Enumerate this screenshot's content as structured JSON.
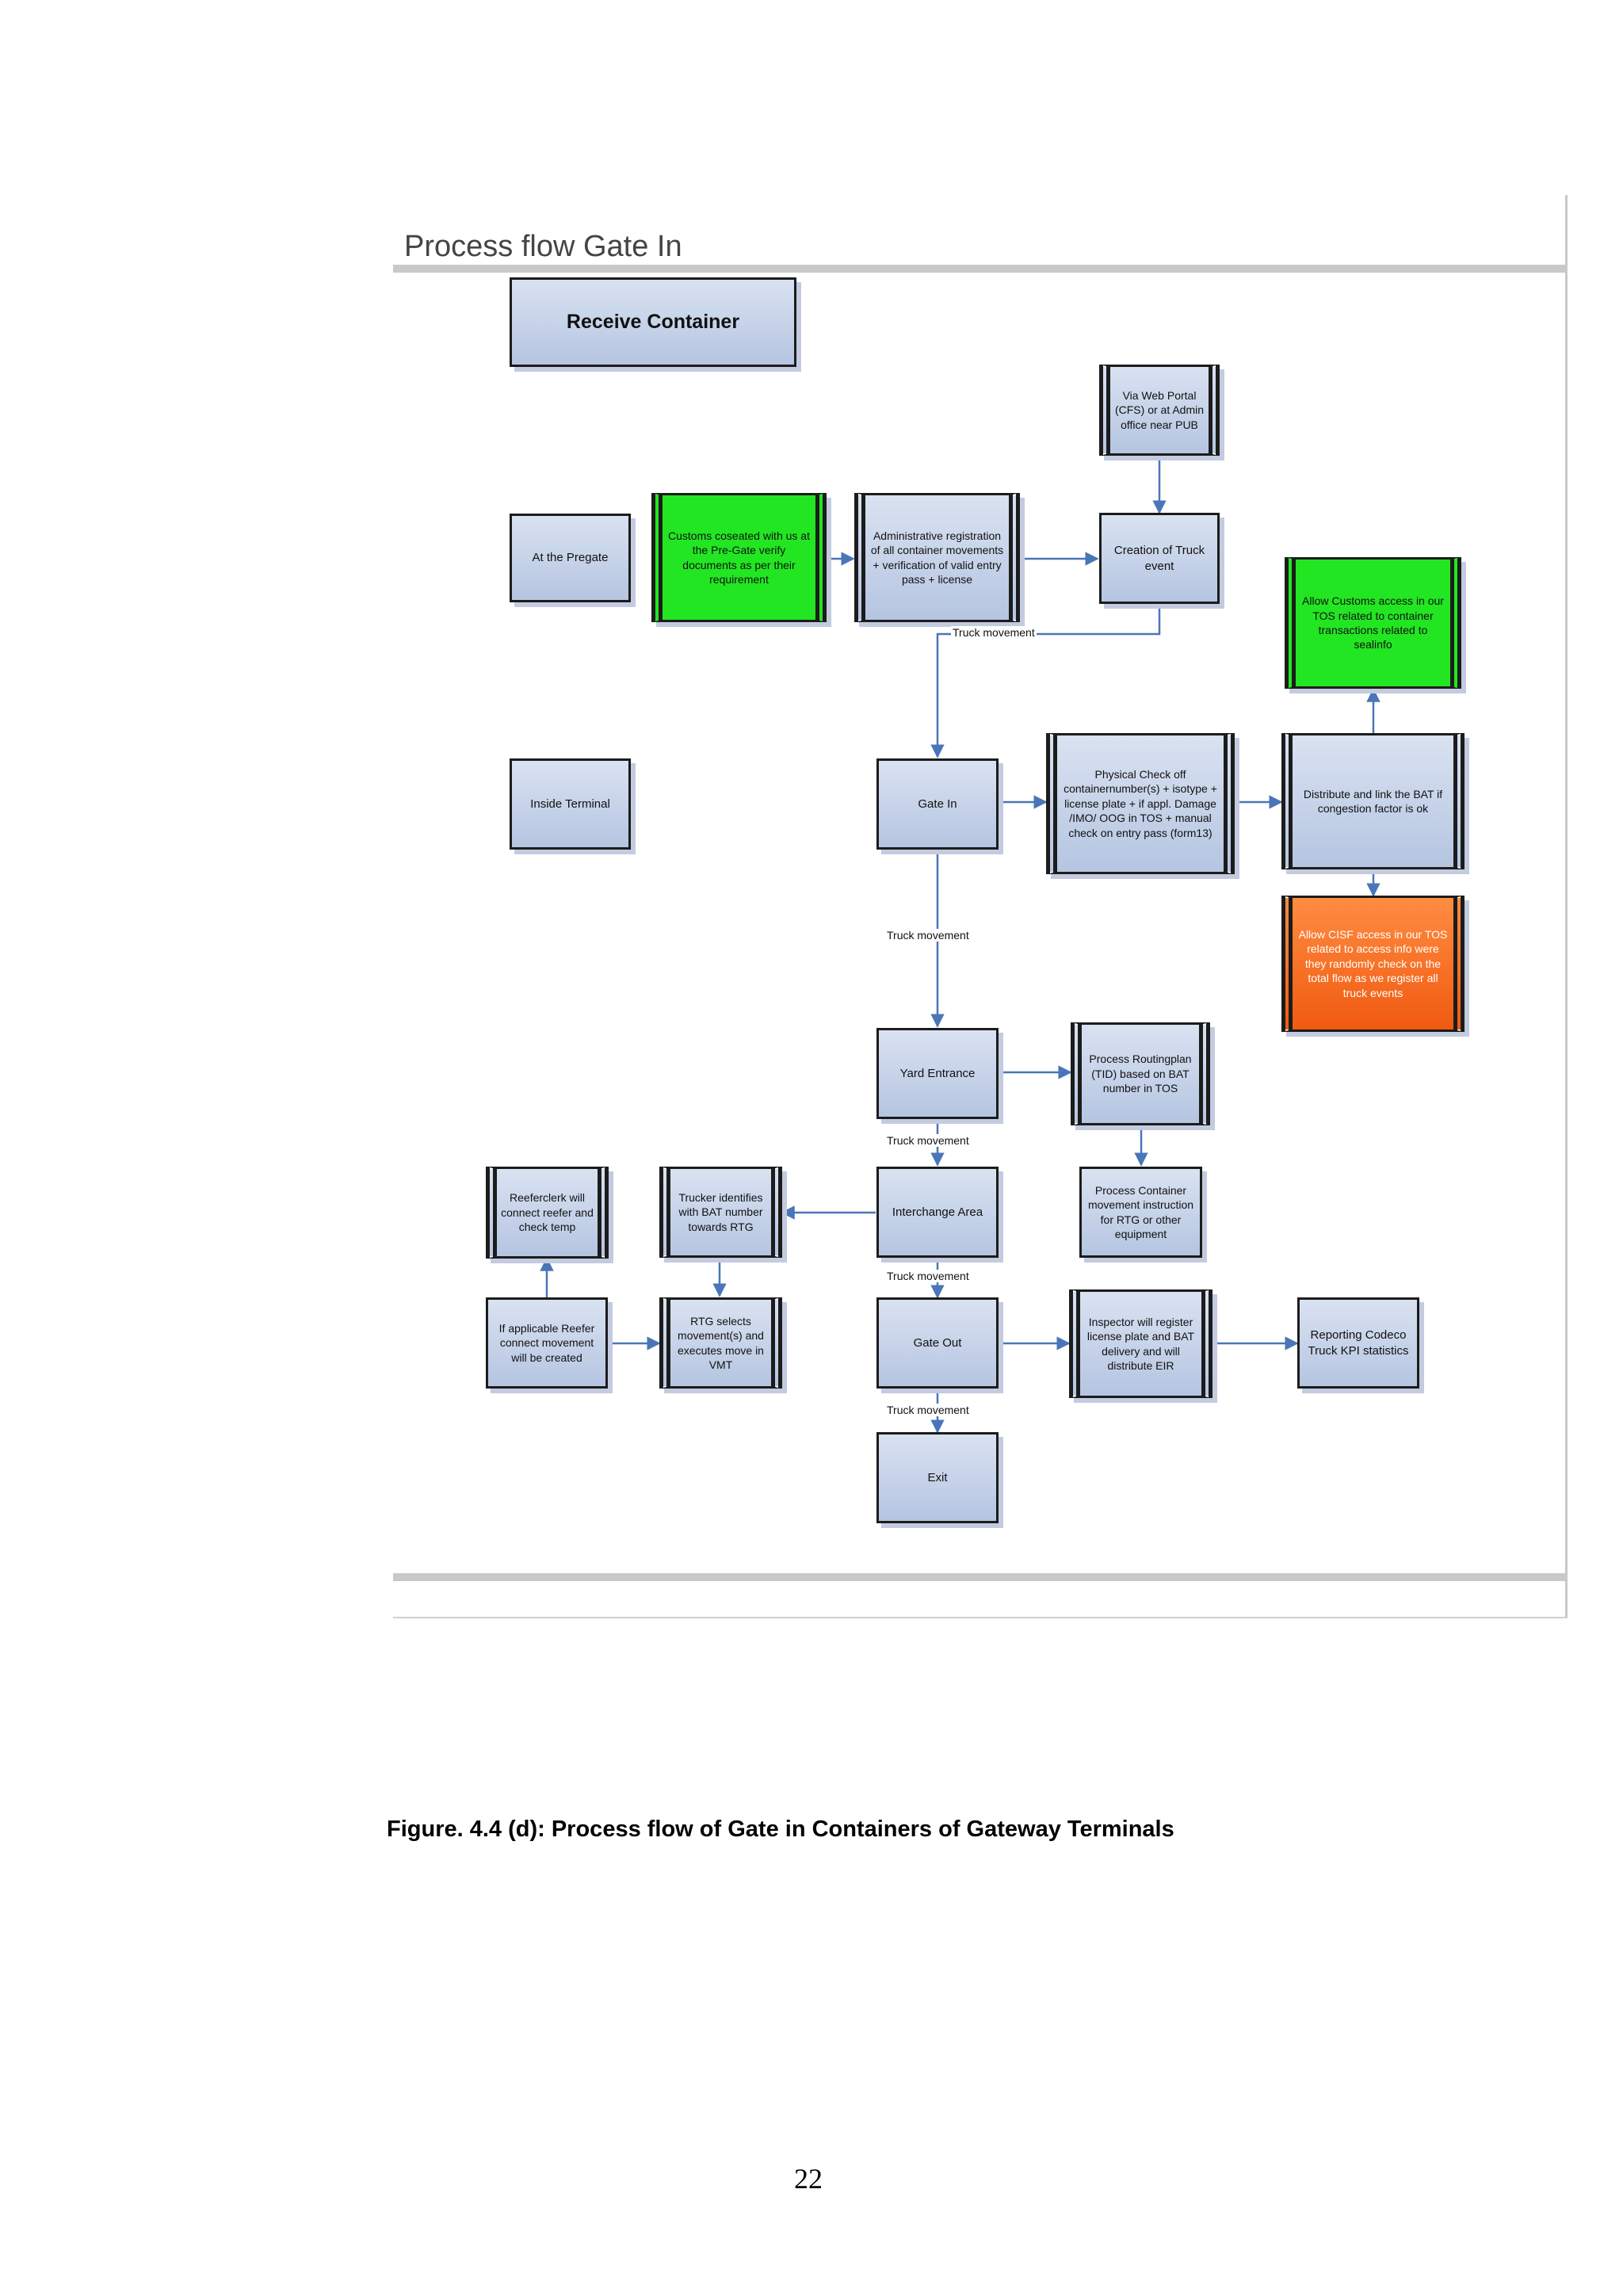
{
  "diagram": {
    "title": "Process flow Gate In",
    "nodes": {
      "receive_container": "Receive Container",
      "via_web_portal": "Via Web Portal (CFS) or at Admin office near PUB",
      "at_the_pregate": "At the Pregate",
      "customs_coseated": "Customs coseated with us at the Pre-Gate verify documents as per their requirement",
      "administrative_registration": "Administrative registration of all container movements + verification of valid entry pass + license",
      "creation_of_truck_event": "Creation of Truck event",
      "allow_customs_access": "Allow Customs access in our TOS related to container transactions related to sealinfo",
      "inside_terminal": "Inside Terminal",
      "gate_in": "Gate In",
      "physical_check": "Physical Check off containernumber(s) + isotype + license plate + if appl. Damage /IMO/ OOG in TOS + manual check on entry pass (form13)",
      "distribute_bat": "Distribute and link the BAT if congestion factor is ok",
      "allow_cisf_access": "Allow CISF access in our TOS related to access info were they randomly check on the total flow as we register all truck events",
      "yard_entrance": "Yard Entrance",
      "process_routingplan": "Process Routingplan (TID) based on BAT number in TOS",
      "reeferclerk": "Reeferclerk will connect reefer and check temp",
      "trucker_identifies": "Trucker identifies with BAT number towards RTG",
      "interchange_area": "Interchange Area",
      "process_container_movement": "Process Container movement instruction for RTG or other equipment",
      "if_applicable_reefer": "If applicable Reefer connect movement will be created",
      "rtg_selects": "RTG selects movement(s) and executes move in VMT",
      "gate_out": "Gate Out",
      "inspector_register": "Inspector will register license plate and BAT delivery and will distribute EIR",
      "reporting_codeco": "Reporting Codeco Truck KPI statistics",
      "exit": "Exit"
    },
    "edge_labels": {
      "truck_movement_1": "Truck movement",
      "truck_movement_2": "Truck movement",
      "truck_movement_3": "Truck movement",
      "truck_movement_4": "Truck movement",
      "truck_movement_5": "Truck movement"
    }
  },
  "caption": "Figure. 4.4 (d):  Process flow of Gate in Containers of Gateway Terminals",
  "page_number": "22",
  "colors": {
    "node_fill": "#c6d3ea",
    "node_green": "#22e622",
    "node_orange": "#f2691e",
    "connector": "#4a76b8"
  }
}
